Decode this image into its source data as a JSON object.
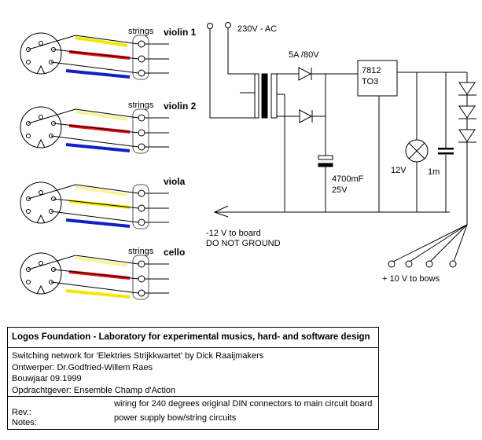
{
  "connectors": [
    {
      "instrument": "violin 1",
      "strings_label": "strings",
      "wire_colors": [
        "#f5e600",
        "#e81010",
        "#1020c8"
      ]
    },
    {
      "instrument": "violin 2",
      "strings_label": "strings",
      "wire_colors": [
        "#f7f59a",
        "#e81010",
        "#1020c8"
      ]
    },
    {
      "instrument": "viola",
      "strings_label": "",
      "wire_colors": [
        "#f7f59a",
        "#f5e600",
        "#1020c8"
      ]
    },
    {
      "instrument": "cello",
      "strings_label": "strings",
      "wire_colors": [
        "#f7f59a",
        "#e81010",
        "#f5e600"
      ]
    }
  ],
  "power_supply": {
    "mains_label": "230V - AC",
    "diode_label": "5A /80V",
    "regulator_line1": "7812",
    "regulator_line2": "TO3",
    "cap_label_1": "4700mF",
    "cap_label_2": "25V",
    "lamp_label": "12V",
    "cap2_label": "1m",
    "board_label_1": "-12 V to board",
    "board_label_2": "DO NOT GROUND",
    "bows_label": "+ 10 V to bows"
  },
  "title_block": {
    "header": "Logos Foundation - Laboratory for experimental musics, hard- and software design",
    "lines": [
      "Switching network for 'Elektries Strijkkwartet' by  Dick Raaijmakers",
      "Ontwerper: Dr.Godfried-Willem Raes",
      "Bouwjaar 09.1999",
      "Opdrachtgever: Ensemble Champ d'Action"
    ],
    "rev_label": "Rev.:",
    "notes_label": "Notes:",
    "rev_value": "wiring for 240 degrees original DIN connectors to main circuit board",
    "notes_value": "power supply bow/string circuits"
  },
  "colors": {
    "yellow": "#f5e600",
    "pale_yellow": "#f7f59a",
    "red": "#e81010",
    "blue": "#1020c8"
  }
}
